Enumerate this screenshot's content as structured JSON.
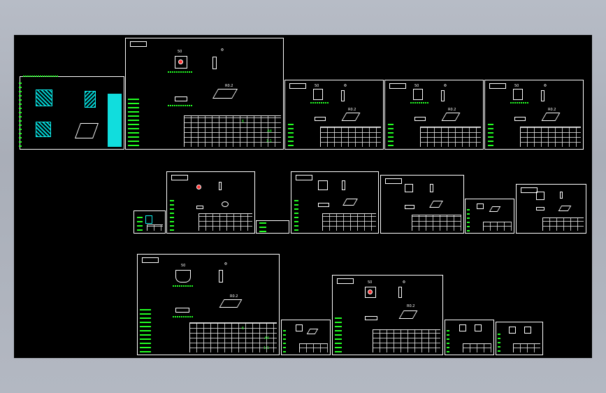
{
  "viewport": {
    "background": "#000000",
    "line_color": "#ffffff",
    "text_color": "#22ff22",
    "accent_color": "#11dddd"
  },
  "sheet_labels": {
    "sheet1": {
      "dim1": "50",
      "dim2": "Φ",
      "dim3": "R0.2",
      "tb1": "6",
      "tb2": "A4",
      "tb3": "1:1"
    },
    "sheet2": {
      "dim1": "50",
      "dim2": "Φ",
      "dim3": "R0.2"
    },
    "sheet3": {
      "dim1": "50",
      "dim2": "Φ",
      "dim3": "R0.2"
    },
    "sheet4": {
      "dim1": "50",
      "dim2": "Φ",
      "dim3": "R0.2"
    },
    "sheet_big": {
      "dim1": "50",
      "dim2": "Φ",
      "dim3": "R0.2",
      "tb1": "6",
      "tb2": "A4",
      "tb3": "1:1"
    },
    "sheet_mid": {
      "dim1": "50",
      "dim2": "Φ",
      "dim3": "R0.2"
    }
  }
}
